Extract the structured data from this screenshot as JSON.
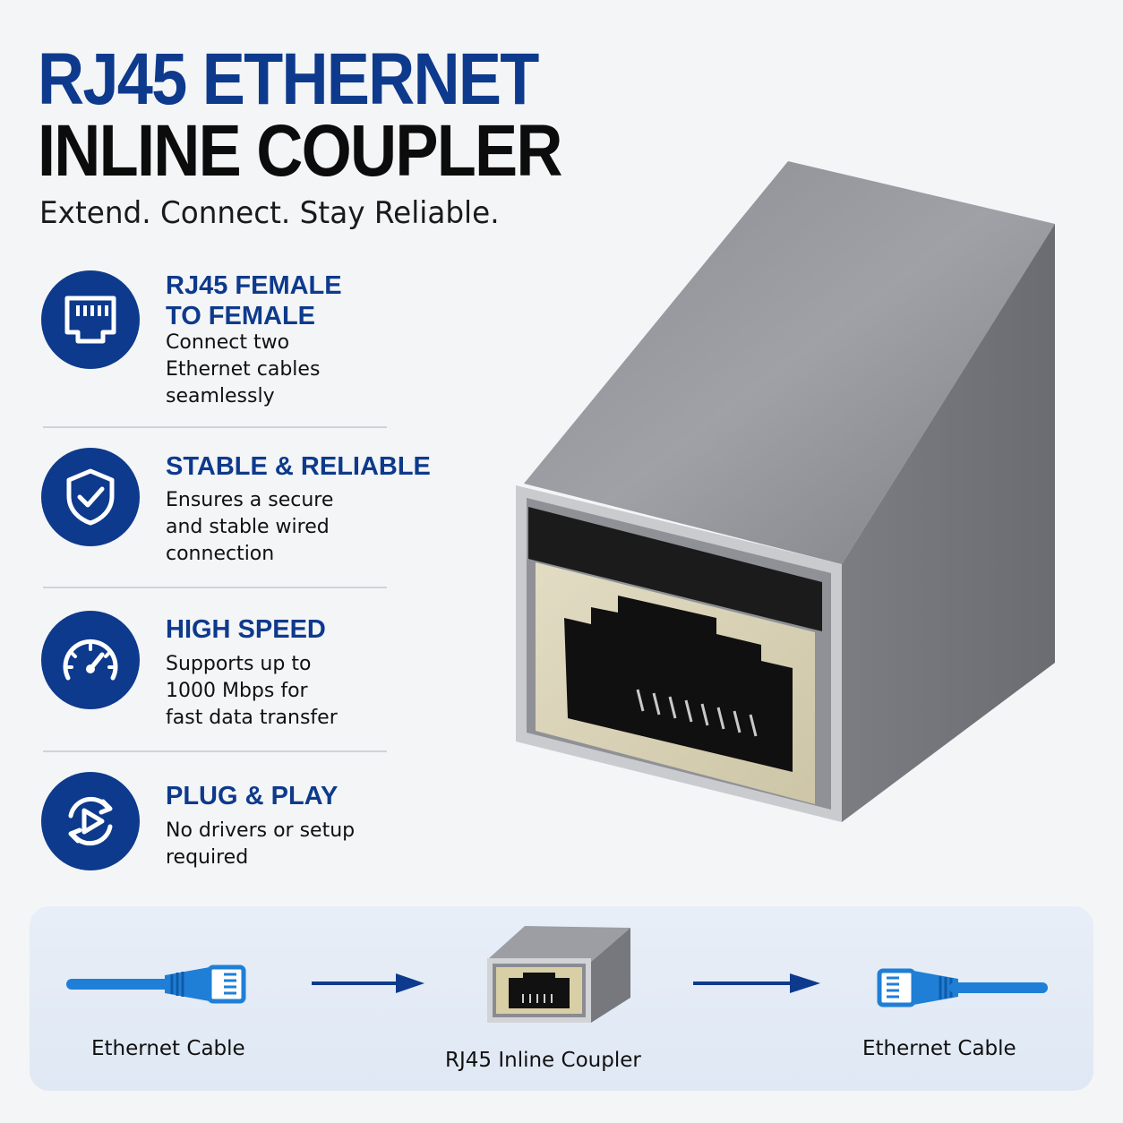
{
  "header": {
    "title_line1": "RJ45 ETHERNET",
    "title_line2": "INLINE COUPLER",
    "tagline": "Extend. Connect. Stay Reliable."
  },
  "features": [
    {
      "icon": "ethernet-port-icon",
      "title": "RJ45 FEMALE\nTO FEMALE",
      "description": "Connect two\nEthernet cables\nseamlessly"
    },
    {
      "icon": "shield-check-icon",
      "title": "STABLE & RELIABLE",
      "description": "Ensures a secure\nand stable wired\nconnection"
    },
    {
      "icon": "speedometer-icon",
      "title": "HIGH SPEED",
      "description": "Supports up to\n1000 Mbps for\nfast data transfer"
    },
    {
      "icon": "plug-and-play-icon",
      "title": "PLUG & PLAY",
      "description": "No drivers or setup\nrequired"
    }
  ],
  "flow": {
    "left_label": "Ethernet Cable",
    "center_label": "RJ45 Inline Coupler",
    "right_label": "Ethernet Cable"
  },
  "colors": {
    "brand_blue": "#0d3a8c",
    "cable_blue": "#1f7fd6",
    "coupler_gray": "#8f9197"
  }
}
